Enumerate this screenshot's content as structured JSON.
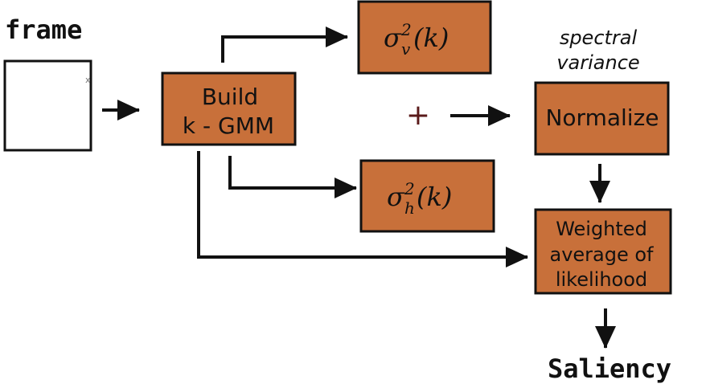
{
  "labels": {
    "frame": "frame",
    "frame_corner": "x",
    "saliency": "Saliency",
    "spectral_line1": "spectral",
    "spectral_line2": "variance",
    "plus": "+"
  },
  "boxes": {
    "build": [
      "Build",
      "k - GMM"
    ],
    "sigma_v": {
      "symbol": "σ",
      "sup": "2",
      "sub": "v",
      "arg": "(k)"
    },
    "sigma_h": {
      "symbol": "σ",
      "sup": "2",
      "sub": "h",
      "arg": "(k)"
    },
    "normalize": "Normalize",
    "weighted": [
      "Weighted",
      "average of",
      "likelihood"
    ]
  },
  "colors": {
    "box_fill": "#c8703a",
    "box_stroke": "#111111",
    "arrow": "#111111",
    "plus": "#5a1a1a"
  }
}
